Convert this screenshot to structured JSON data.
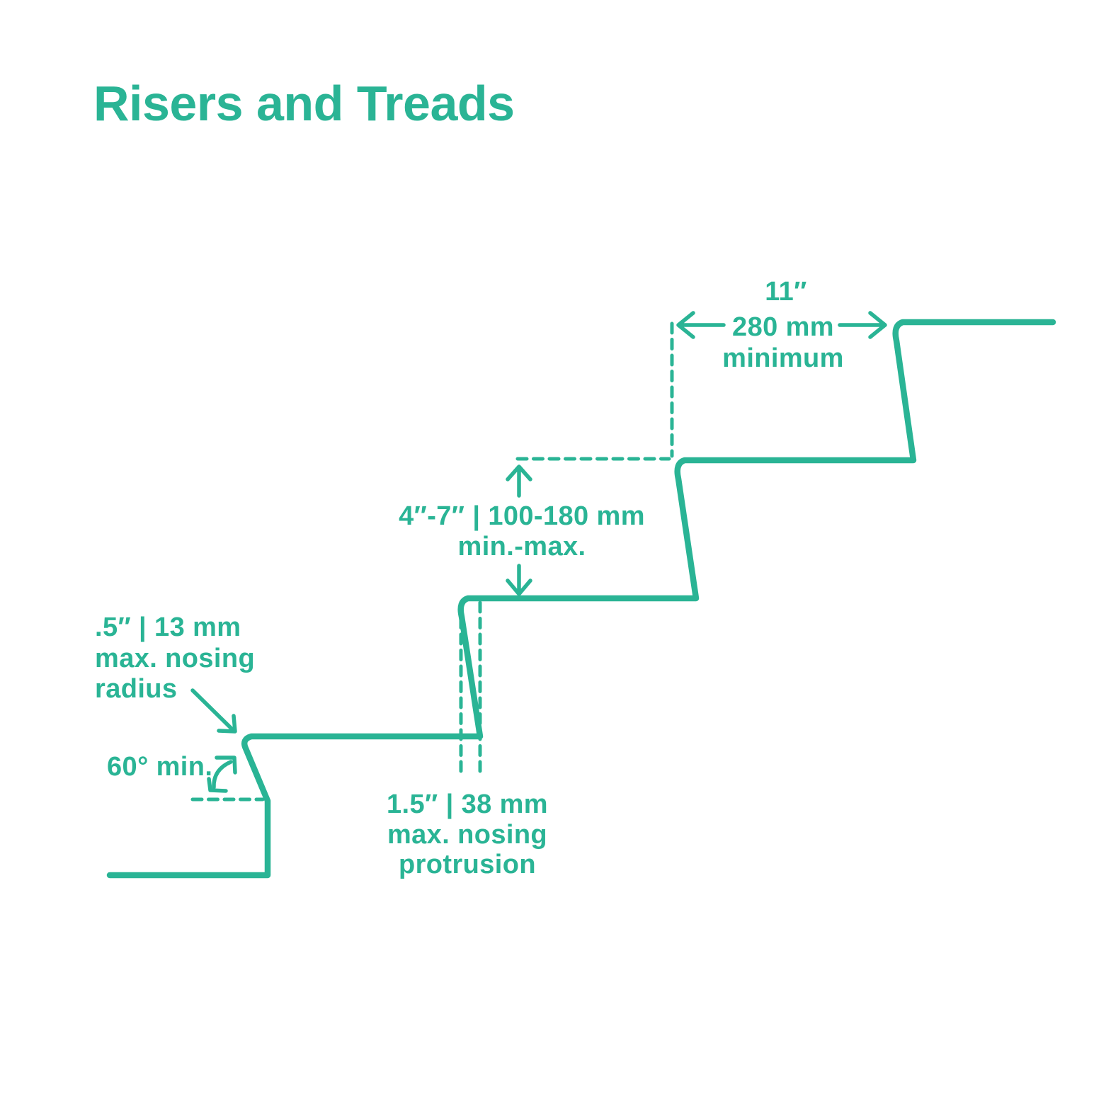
{
  "title": "Risers and Treads",
  "colors": {
    "accent": "#2ab495",
    "background": "#ffffff"
  },
  "labels": {
    "tread_depth": {
      "inches": "11″",
      "metric": "280 mm",
      "qualifier": "minimum"
    },
    "riser_height": {
      "range": "4″-7″ | 100-180 mm",
      "qualifier": "min.-max."
    },
    "nosing_radius": {
      "value": ".5″ | 13 mm",
      "line2": "max. nosing",
      "line3": "radius"
    },
    "nosing_angle": {
      "value": "60° min."
    },
    "nosing_protrusion": {
      "value": "1.5″ | 38 mm",
      "line2": "max. nosing",
      "line3": "protrusion"
    }
  }
}
